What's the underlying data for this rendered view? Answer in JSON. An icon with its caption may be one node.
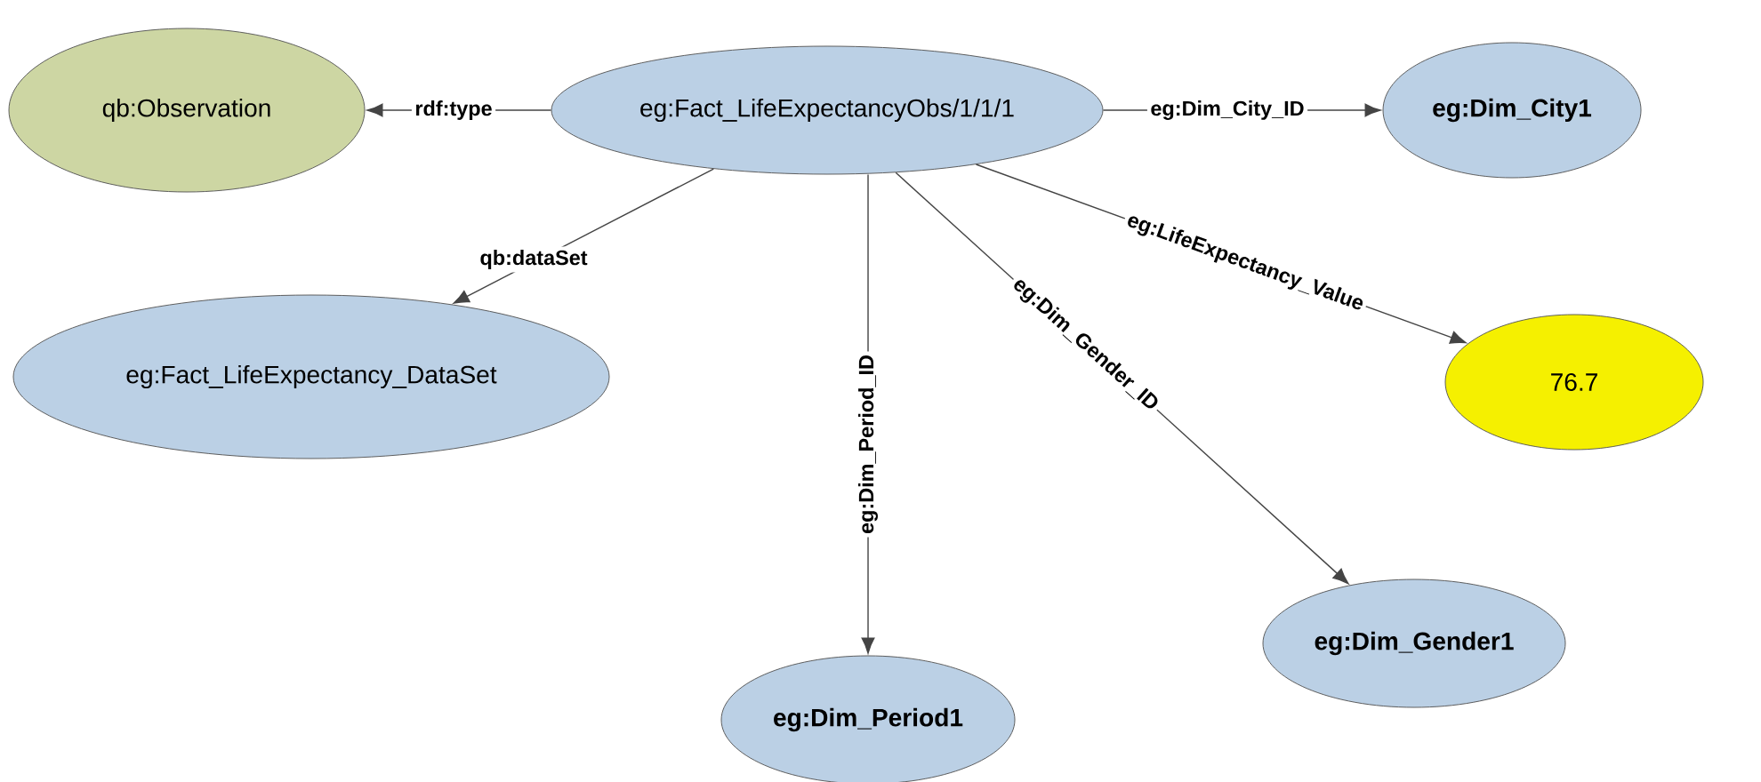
{
  "diagram": {
    "nodes": [
      {
        "text": [
          "eg:Fact_LifeExpectancyObs/1/1/1"
        ]
      },
      {
        "text": [
          "qb:Observation"
        ]
      },
      {
        "text": [
          "eg:Dim_City1"
        ]
      },
      {
        "text": [
          "eg:Fact_LifeExpectancy_DataSet"
        ]
      },
      {
        "text": [
          "76.7"
        ]
      },
      {
        "text": [
          "eg:Dim_Gender1"
        ]
      },
      {
        "text": [
          "eg:Dim_Period1"
        ]
      }
    ],
    "edges": [
      {
        "from": 0,
        "to": 1,
        "arrow": "to",
        "label": "rdf:type"
      },
      {
        "from": 0,
        "to": 2,
        "arrow": "to",
        "label": "eg:Dim_City_ID"
      },
      {
        "from": 0,
        "to": 3,
        "arrow": "to",
        "label": "qb:dataSet"
      },
      {
        "from": 0,
        "to": 4,
        "arrow": "to",
        "label": "eg:LifeExpectancy_Value"
      },
      {
        "from": 0,
        "to": 5,
        "arrow": "to",
        "label": "eg:Dim_Gender_ID"
      },
      {
        "from": 0,
        "to": 6,
        "arrow": "to",
        "label": "eg:Dim_Period_ID"
      }
    ]
  }
}
